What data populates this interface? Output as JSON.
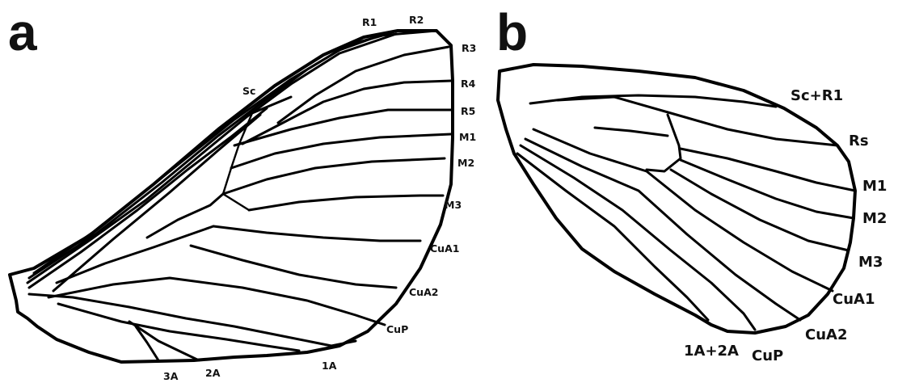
{
  "panels": {
    "a": {
      "letter": "a",
      "labels": {
        "R1": "R1",
        "R2": "R2",
        "R3": "R3",
        "Sc": "Sc",
        "R4": "R4",
        "R5": "R5",
        "M1": "M1",
        "M2": "M2",
        "M3": "M3",
        "CuA1": "CuA1",
        "CuA2": "CuA2",
        "CuP": "CuP",
        "A1": "1A",
        "A2": "2A",
        "A3": "3A"
      }
    },
    "b": {
      "letter": "b",
      "labels": {
        "ScR1": "Sc+R1",
        "Rs": "Rs",
        "M1": "M1",
        "M2": "M2",
        "M3": "M3",
        "CuA1": "CuA1",
        "CuA2": "CuA2",
        "CuP": "CuP",
        "A12": "1A+2A"
      }
    }
  }
}
